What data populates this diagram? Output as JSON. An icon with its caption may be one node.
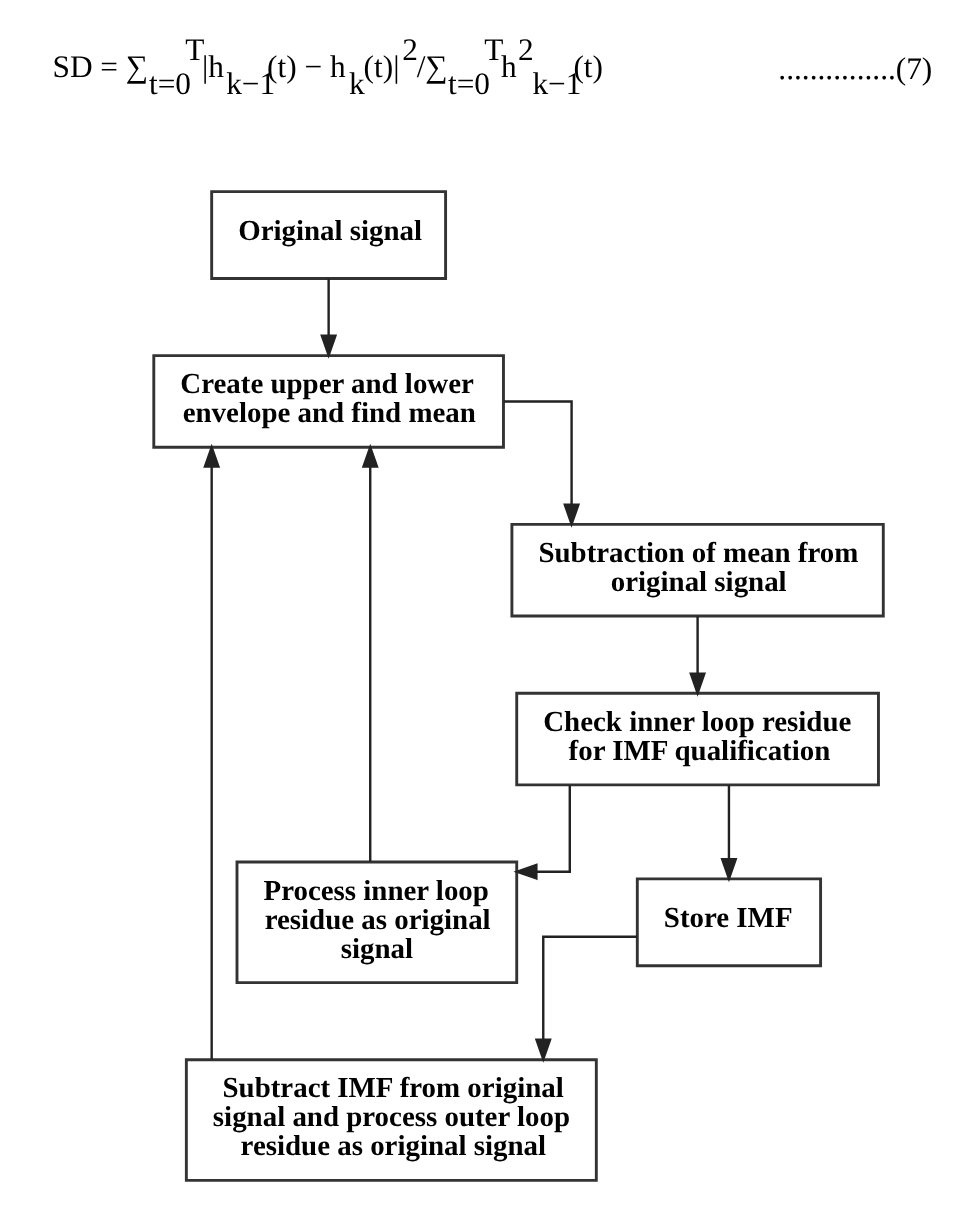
{
  "diagram": {
    "nodes": [
      {
        "text": [
          "Original signal"
        ]
      },
      {
        "text": [
          "Create upper and lower envelope and find mean"
        ]
      },
      {
        "text": [
          "Subtraction of mean from original signal"
        ]
      },
      {
        "text": [
          "Check inner loop residue for IMF qualification"
        ]
      },
      {
        "text": [
          "Process inner loop residue as original signal"
        ]
      },
      {
        "text": [
          "Store IMF"
        ]
      },
      {
        "text": [
          "Subtract IMF from original signal and process outer loop residue as original signal"
        ]
      }
    ],
    "edges": [
      {
        "from": 0,
        "to": 1,
        "arrow": "to"
      },
      {
        "from": 1,
        "to": 2,
        "arrow": "to"
      },
      {
        "from": 2,
        "to": 3,
        "arrow": "to"
      },
      {
        "from": 3,
        "to": 4,
        "arrow": "to"
      },
      {
        "from": 3,
        "to": 5,
        "arrow": "to"
      },
      {
        "from": 4,
        "to": 1,
        "arrow": "to"
      },
      {
        "from": 5,
        "to": 6,
        "arrow": "to"
      },
      {
        "from": 6,
        "to": 1,
        "arrow": "to"
      }
    ],
    "labels": [
      "SD = ∑$_{t=0}$$^{T}$|h$_{k−1}$(t) − h$_{k}$(t)|$^{2}$/∑$_{t=0}$$^{T}$h$^{2}$$_{k−1}$(t)",
      "...............(7)"
    ]
  }
}
